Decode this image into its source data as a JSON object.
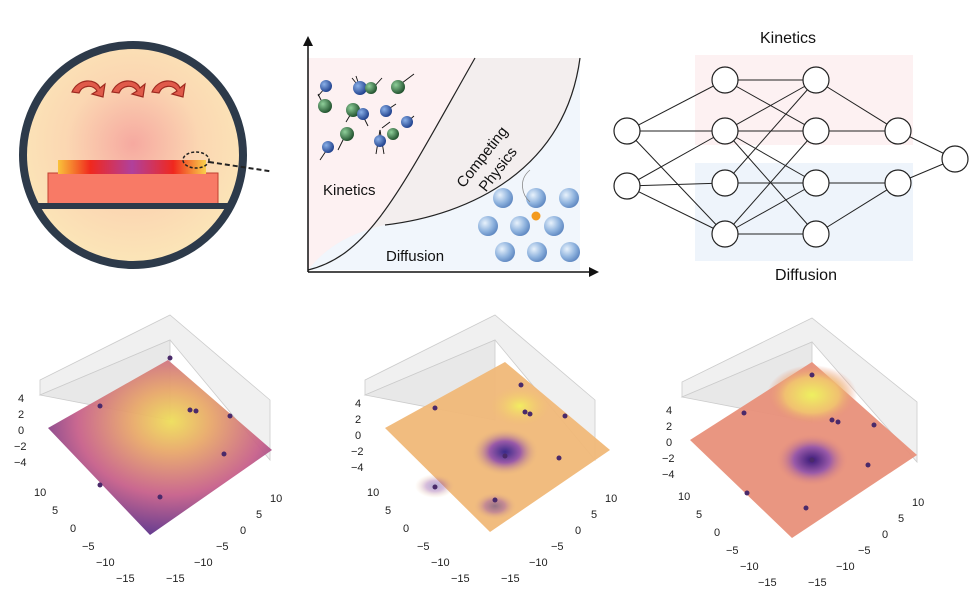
{
  "phase_diagram": {
    "region_kinetics": "Kinetics",
    "region_competing_line1": "Competing",
    "region_competing_line2": "Physics",
    "region_diffusion": "Diffusion"
  },
  "network": {
    "label_top": "Kinetics",
    "label_bottom": "Diffusion"
  },
  "surfaces": {
    "z_ticks": [
      "4",
      "2",
      "0",
      "−2",
      "−4"
    ],
    "left_axis_ticks": [
      "10",
      "5",
      "0",
      "−5",
      "−10",
      "−15"
    ],
    "right_axis_ticks": [
      "−15",
      "−10",
      "−5",
      "0",
      "5",
      "10"
    ]
  },
  "colors": {
    "reactor_bg": "#fbe3b3",
    "reactor_border": "#2d3a4a",
    "arrow_red": "#e05a4a",
    "kinetics_band": "#fdf0f1",
    "diffusion_band": "#eef4fb",
    "surface_high": "#f2e25a",
    "surface_low": "#4a2a8a"
  }
}
